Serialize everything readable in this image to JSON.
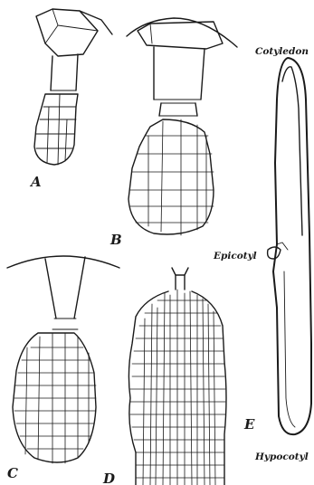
{
  "figure": {
    "panels": [
      {
        "id": "A",
        "label": "A"
      },
      {
        "id": "B",
        "label": "B"
      },
      {
        "id": "C",
        "label": "C"
      },
      {
        "id": "D",
        "label": "D"
      },
      {
        "id": "E",
        "label": "E"
      }
    ],
    "seedling_labels": {
      "cotyledon": "Cotyledon",
      "epicotyl": "Epicotyl",
      "hypocotyl": "Hypocotyl"
    }
  }
}
